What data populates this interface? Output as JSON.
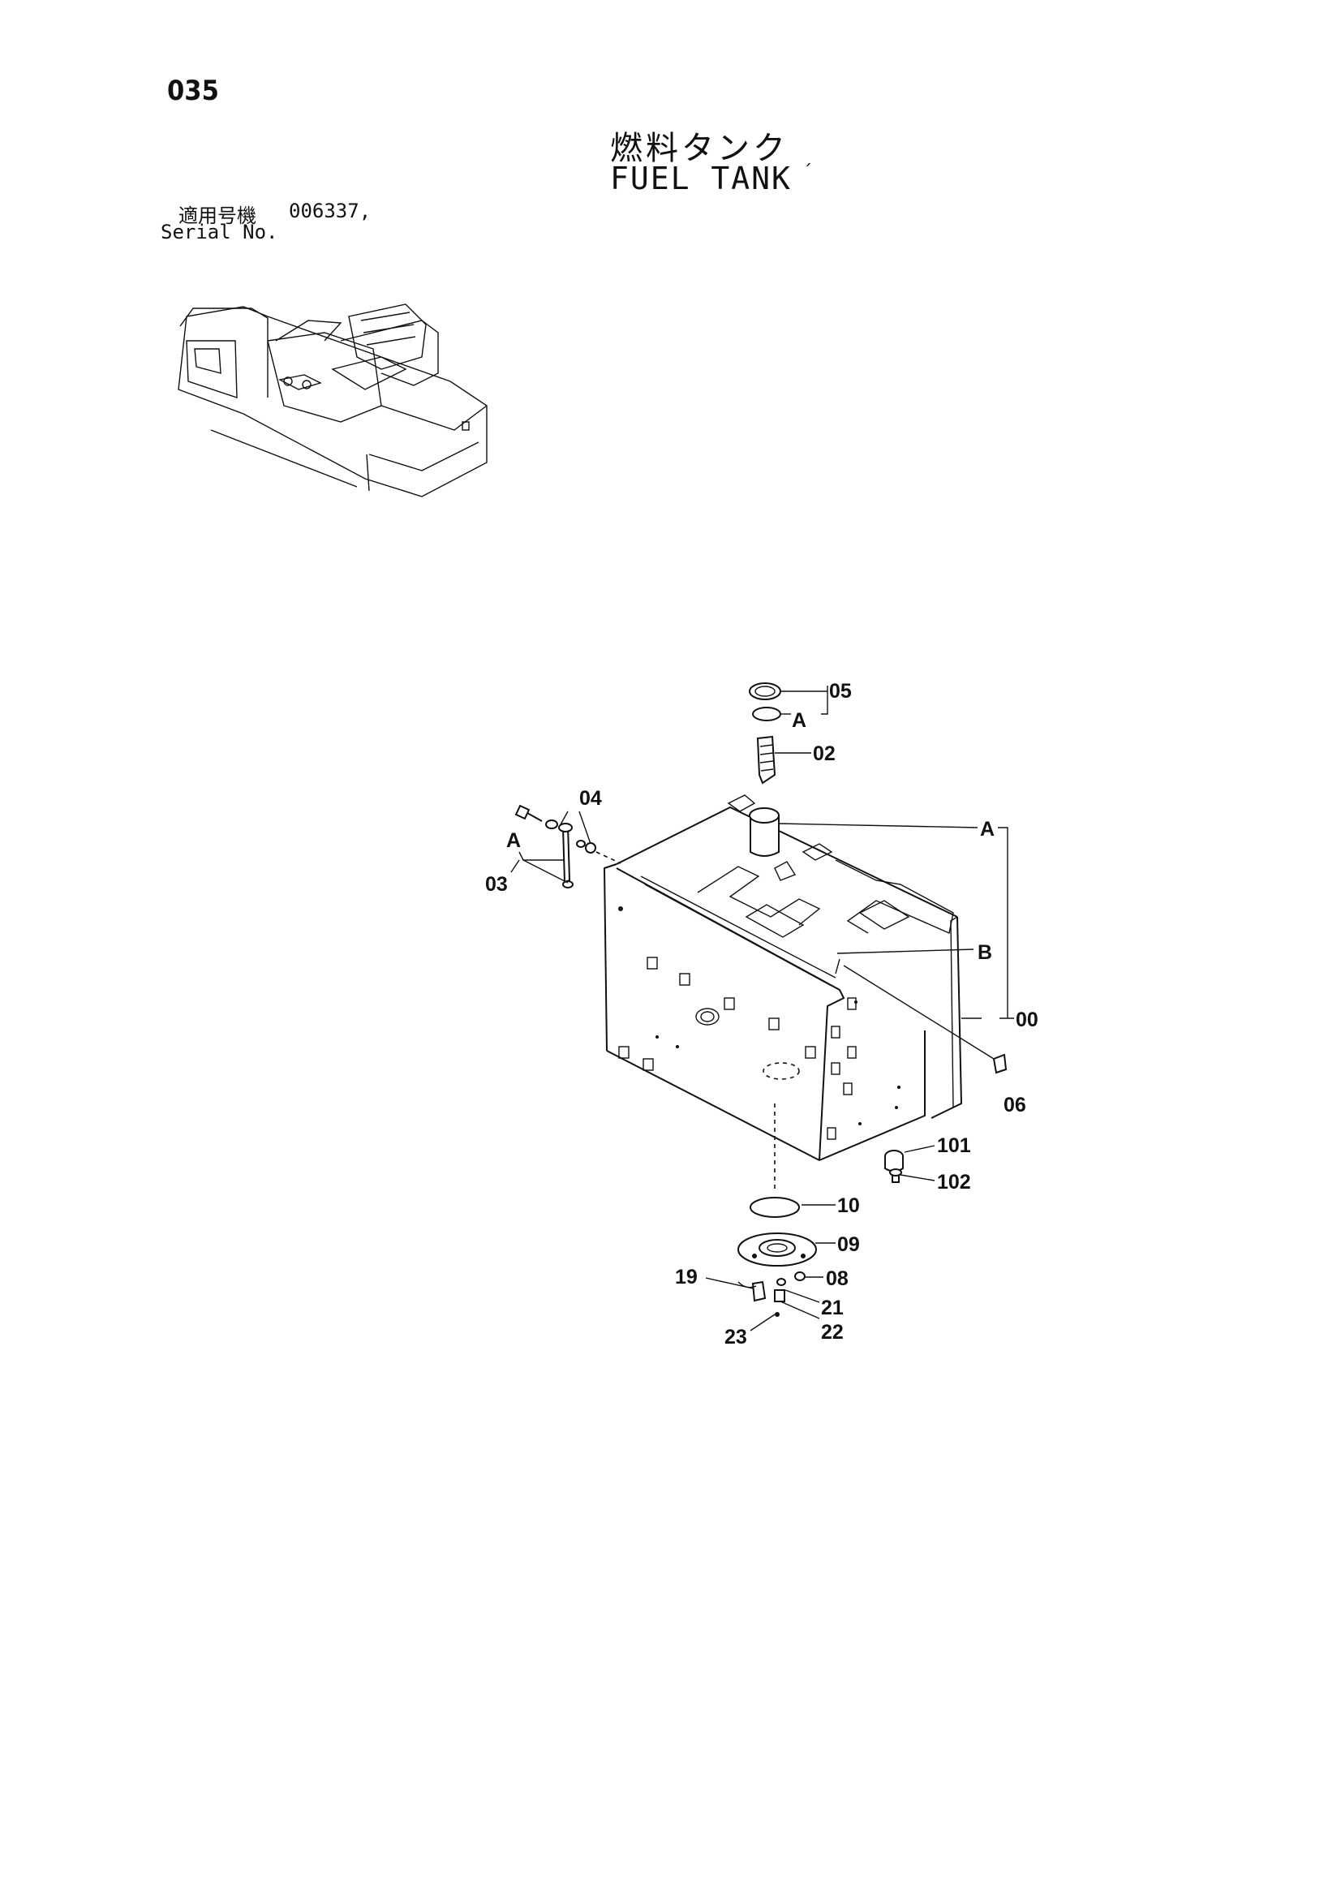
{
  "header": {
    "page_number": "035",
    "title_jp": "燃料タンク",
    "title_en": "FUEL TANK",
    "mark": "ˊ"
  },
  "serial": {
    "label_jp": "適用号機",
    "value": "006337,",
    "label_en": "Serial No."
  },
  "diagram": {
    "callouts": {
      "c05": "05",
      "cA_top": "A",
      "c02": "02",
      "c04": "04",
      "cA_left": "A",
      "c03": "03",
      "cA_right": "A",
      "cB": "B",
      "c00": "00",
      "c06": "06",
      "c101": "101",
      "c102": "102",
      "c10": "10",
      "c09": "09",
      "c19": "19",
      "c08": "08",
      "c21": "21",
      "c23": "23",
      "c22": "22"
    }
  }
}
